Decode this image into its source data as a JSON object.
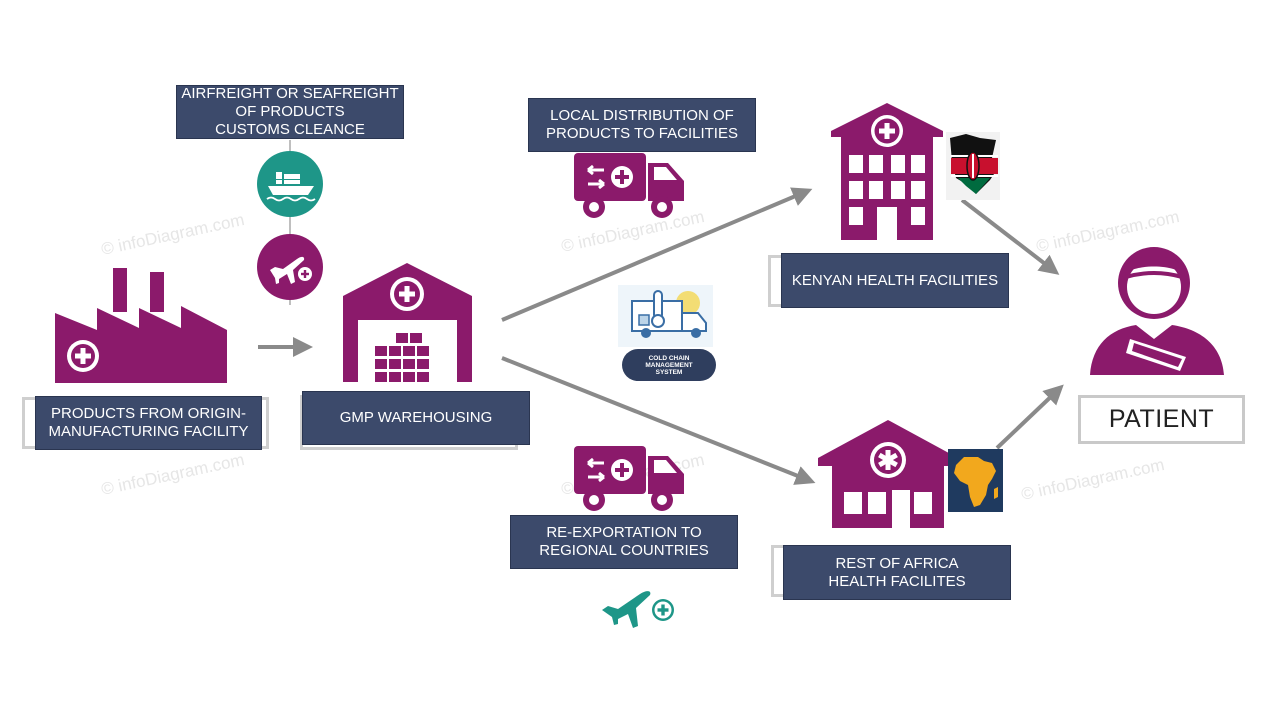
{
  "colors": {
    "purple": "#8b1a6b",
    "teal": "#1e9688",
    "navy_box": "#3c4a6b",
    "arrow_gray": "#8a8a8a"
  },
  "labels": {
    "origin": [
      "PRODUCTS FROM ORIGIN-",
      "MANUFACTURING FACILITY"
    ],
    "freight": [
      "AIRFREIGHT OR SEAFREIGHT",
      "OF PRODUCTS",
      "CUSTOMS CLEANCE"
    ],
    "warehouse": [
      "GMP WAREHOUSING"
    ],
    "local_distribution": [
      "LOCAL DISTRIBUTION OF",
      "PRODUCTS TO FACILITIES"
    ],
    "kenyan": [
      "KENYAN HEALTH FACILITIES"
    ],
    "reexport": [
      "RE-EXPORTATION  TO",
      "REGIONAL COUNTRIES"
    ],
    "africa": [
      "REST OF AFRICA",
      "HEALTH FACILITES"
    ],
    "patient": "PATIENT",
    "cold_chain": [
      "COLD CHAIN",
      "MANAGEMENT",
      "SYSTEM"
    ]
  },
  "watermark": "© infoDiagram.com",
  "icons": {
    "factory": "factory-icon",
    "ship": "ship-icon",
    "plane": "airplane-icon",
    "warehouse": "warehouse-icon",
    "truck": "delivery-truck-icon",
    "hospital": "hospital-icon",
    "clinic": "clinic-icon",
    "kenya_map": "kenya-flag-map-icon",
    "africa_map": "africa-map-icon",
    "patient": "patient-icon",
    "cold_chain": "cold-chain-icon"
  }
}
